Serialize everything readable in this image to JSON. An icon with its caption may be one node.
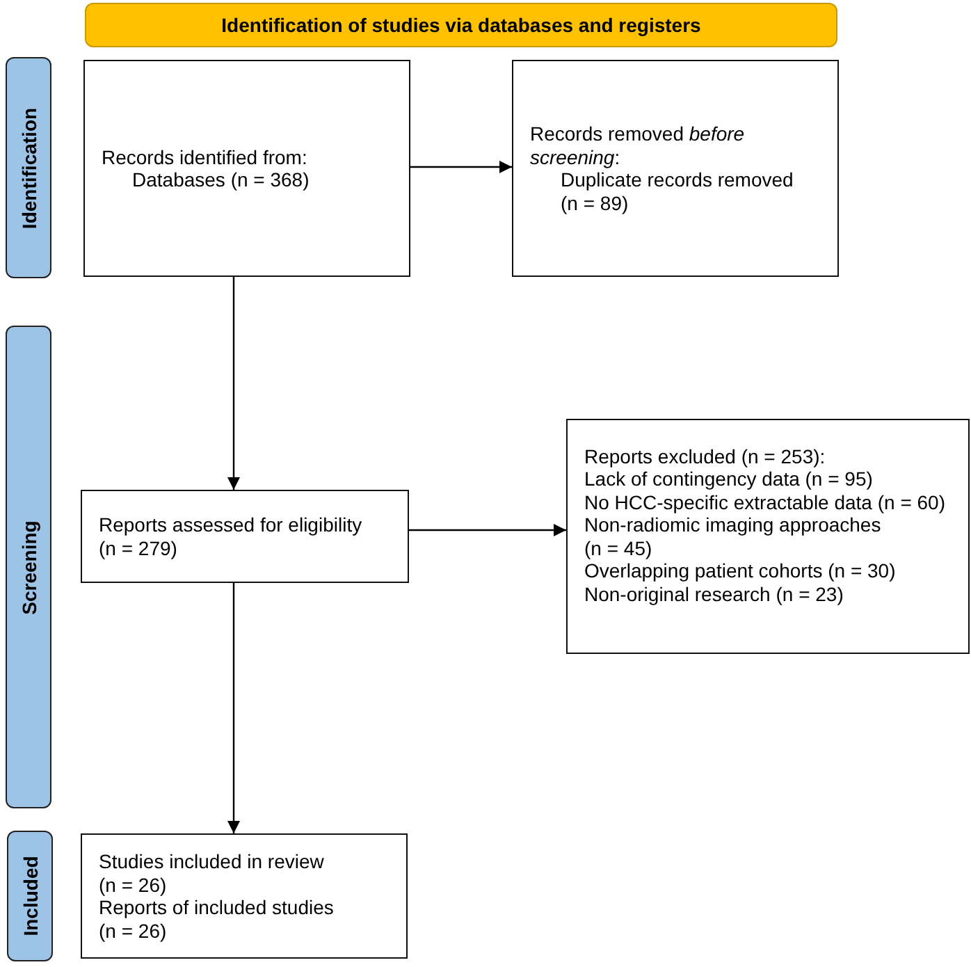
{
  "diagram": {
    "nodes": [
      {
        "text": [
          "Identification of studies via databases and registers"
        ]
      },
      {
        "text": [
          "Identification"
        ]
      },
      {
        "text": [
          "Records identified from:",
          "Databases (n = 368)"
        ]
      },
      {
        "text": [
          "Records removed *before screening*:",
          "Duplicate records removed (n = 89)"
        ]
      },
      {
        "text": [
          "Screening"
        ]
      },
      {
        "text": [
          "Reports assessed for eligibility (n = 279)"
        ]
      },
      {
        "text": [
          "Reports excluded (n = 253):",
          "Lack of contingency data (n = 95)",
          "No HCC-specific extractable data (n = 60)",
          "Non-radiomic imaging approaches (n = 45)",
          "Overlapping patient cohorts (n = 30)",
          "Non-original research (n = 23)"
        ]
      },
      {
        "text": [
          "Included"
        ]
      },
      {
        "text": [
          "Studies included in review (n = 26)",
          "Reports of included studies (n = 26)"
        ]
      }
    ],
    "edges": [
      {
        "from": 2,
        "to": 3,
        "arrow": "to"
      },
      {
        "from": 2,
        "to": 5,
        "arrow": "to"
      },
      {
        "from": 5,
        "to": 6,
        "arrow": "to"
      },
      {
        "from": 5,
        "to": 8,
        "arrow": "to"
      }
    ]
  }
}
